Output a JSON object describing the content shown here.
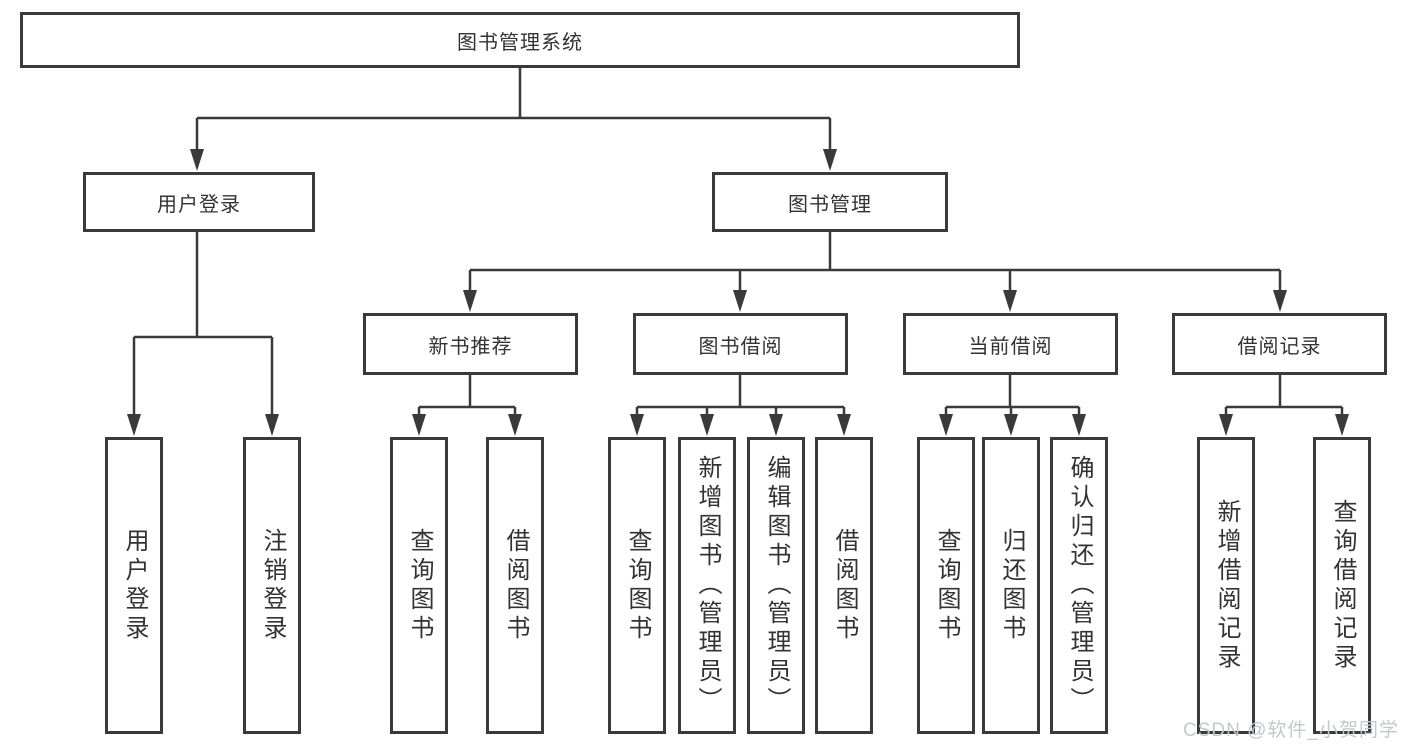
{
  "tree": {
    "label": "图书管理系统",
    "children": [
      {
        "label": "用户登录",
        "children": [
          {
            "label": "用户登录"
          },
          {
            "label": "注销登录"
          }
        ]
      },
      {
        "label": "图书管理",
        "children": [
          {
            "label": "新书推荐",
            "children": [
              {
                "label": "查询图书"
              },
              {
                "label": "借阅图书"
              }
            ]
          },
          {
            "label": "图书借阅",
            "children": [
              {
                "label": "查询图书"
              },
              {
                "label": "新增图书（管理员）"
              },
              {
                "label": "编辑图书（管理员）"
              },
              {
                "label": "借阅图书"
              }
            ]
          },
          {
            "label": "当前借阅",
            "children": [
              {
                "label": "查询图书"
              },
              {
                "label": "归还图书"
              },
              {
                "label": "确认归还（管理员）"
              }
            ]
          },
          {
            "label": "借阅记录",
            "children": [
              {
                "label": "新增借阅记录"
              },
              {
                "label": "查询借阅记录"
              }
            ]
          }
        ]
      }
    ]
  },
  "watermark": {
    "text": "CSDN @软件_小贺同学"
  },
  "colors": {
    "background": "#ffffff",
    "line": "#3a3a3a",
    "text": "#333333",
    "watermark": "#c3c7ce"
  }
}
